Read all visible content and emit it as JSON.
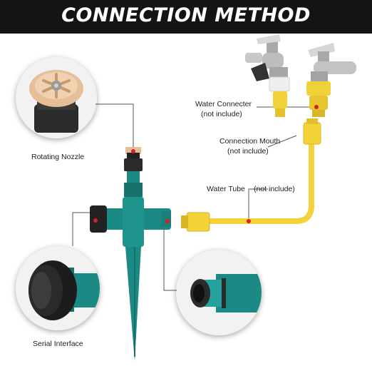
{
  "header": {
    "title": "CONNECTION METHOD"
  },
  "labels": {
    "rotating_nozzle": "Rotating Nozzle",
    "serial_interface": "Serial Interface",
    "water_connecter": "Water Connecter",
    "water_connecter_note": "(not include)",
    "connection_mouth": "Connection Mouth",
    "connection_mouth_note": "(not include)",
    "water_tube": "Water Tube",
    "water_tube_note": "(not include)"
  },
  "colors": {
    "banner": "#141414",
    "sprinkler_green": "#1c8a84",
    "hose_yellow": "#f3d23a",
    "nozzle_tan": "#e6bf98",
    "callout_dot": "#d81f2a"
  }
}
